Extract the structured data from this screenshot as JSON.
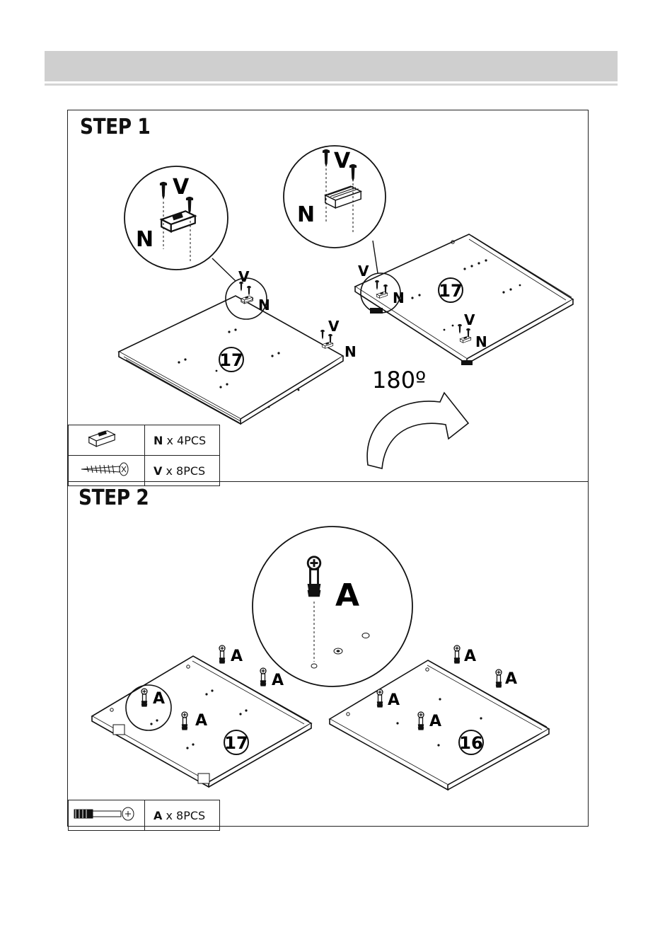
{
  "steps": [
    {
      "title": "STEP 1",
      "rotation_label": "180º",
      "part_numbers": [
        "17",
        "17"
      ],
      "callout_letters": {
        "screw": "V",
        "magnet": "N"
      },
      "parts": [
        {
          "icon": "magnet-catch-icon",
          "letter": "N",
          "qty": "x 4PCS"
        },
        {
          "icon": "screw-icon",
          "letter": "V",
          "qty": "x 8PCS"
        }
      ]
    },
    {
      "title": "STEP 2",
      "part_numbers": [
        "17",
        "16"
      ],
      "callout_letters": {
        "bolt": "A"
      },
      "parts": [
        {
          "icon": "cam-bolt-icon",
          "letter": "A",
          "qty": "x 8PCS"
        }
      ]
    }
  ]
}
